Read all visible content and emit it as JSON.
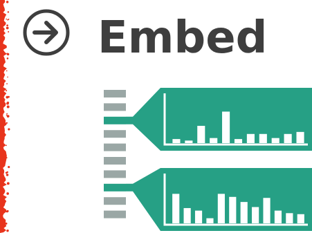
{
  "header": {
    "title": "Embed",
    "icon": "arrow-right-circle-icon"
  },
  "colors": {
    "accent": "#26A085",
    "text": "#3E3E3E",
    "stripe": "#9AA7A5",
    "edge": "#E8341C",
    "bars": "#FFFFFF"
  },
  "charts": [
    {
      "highlighted_row": 2,
      "values": [
        0.08,
        0.05,
        0.34,
        0.1,
        0.62,
        0.08,
        0.18,
        0.18,
        0.1,
        0.18,
        0.22
      ]
    },
    {
      "highlighted_row": 7,
      "values": [
        0.58,
        0.3,
        0.25,
        0.1,
        0.58,
        0.52,
        0.42,
        0.32,
        0.5,
        0.25,
        0.2,
        0.18
      ]
    }
  ],
  "stripe_rows": 10
}
